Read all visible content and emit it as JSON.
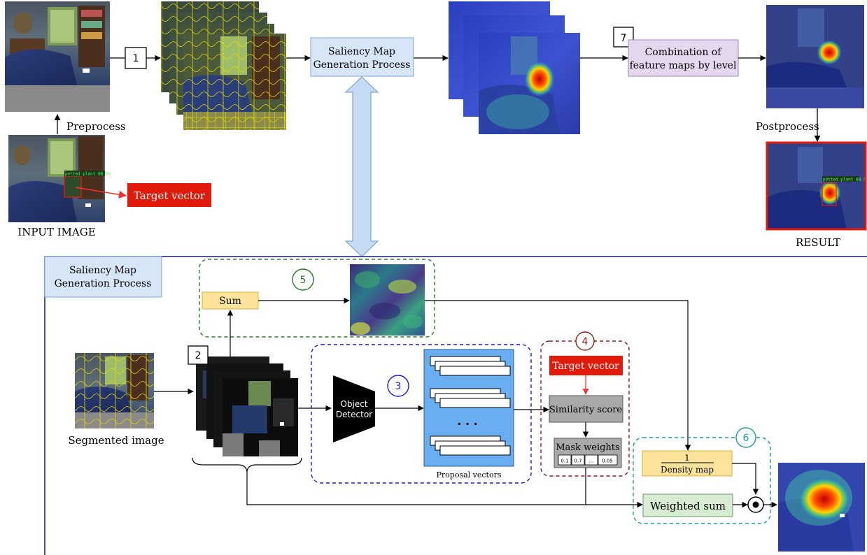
{
  "top": {
    "step1": "1",
    "step7": "7",
    "saliency_box": [
      "Saliency Map",
      "Generation Process"
    ],
    "combination_box": [
      "Combination of",
      "feature maps by level"
    ],
    "preprocess": "Preprocess",
    "postprocess": "Postprocess",
    "target_vector": "Target vector",
    "input_image": "INPUT IMAGE",
    "result": "RESULT",
    "detection_label": "potted plant 88.5%"
  },
  "bottom": {
    "panel_title": [
      "Saliency Map",
      "Generation Process"
    ],
    "sum": "Sum",
    "step2": "2",
    "step3": "3",
    "step4": "4",
    "step5": "5",
    "step6": "6",
    "segmented_image": "Segmented image",
    "object_detector": [
      "Object",
      "Detector"
    ],
    "proposal_vectors": "Proposal vectors",
    "ellipsis": ". . .",
    "target_vector": "Target vector",
    "similarity_score": "Similarity score",
    "mask_weights": "Mask weights",
    "weights": [
      "0.1",
      "0.7",
      "...",
      "0.05"
    ],
    "density_numerator": "1",
    "density_denominator": "Density map",
    "weighted_sum": "Weighted sum"
  },
  "colors": {
    "red": "#e11a0a",
    "light_blue": "#d6e6f7",
    "purple": "#e4d7ee",
    "yellow": "#fde49a",
    "green_light": "#d8ebd3",
    "gray": "#a9a9a9",
    "proposal_blue": "#69aef0",
    "green_dash": "#2b7a2b",
    "blue_dash": "#1a1ae6",
    "darkred_dash": "#8b1a1a",
    "teal_dash": "#1aa0a0",
    "panel_border": "#1a1a7a"
  }
}
